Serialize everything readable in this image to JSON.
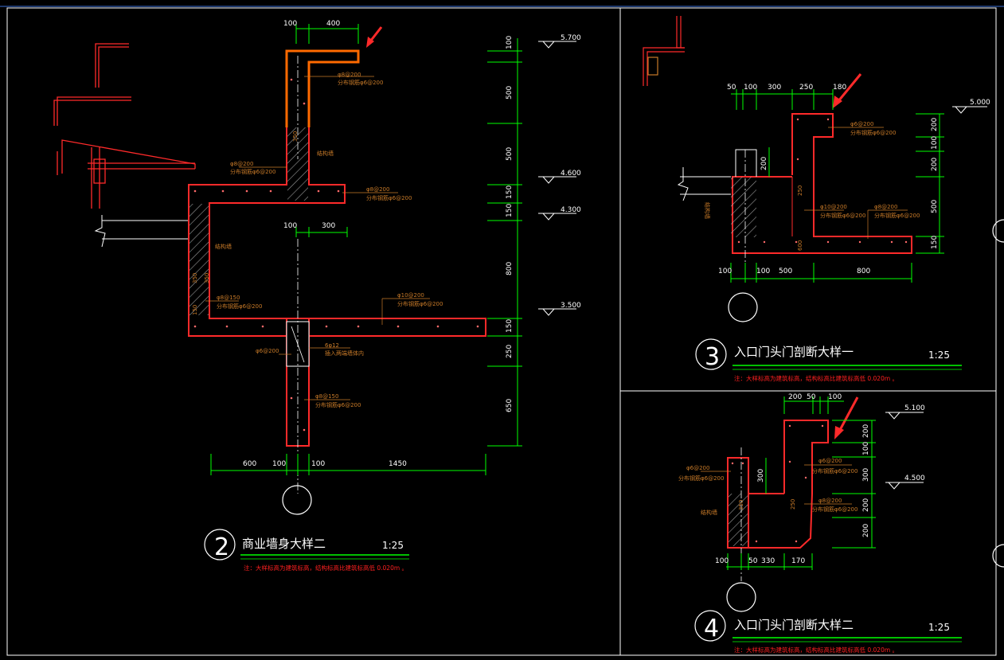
{
  "colors": {
    "background": "#000000",
    "frame": "#ffffff",
    "dimension": "#00ff00",
    "concrete": "#ff2a2a",
    "highlight": "#ff6a00",
    "rebar_text": "#c87a28",
    "note": "#ff2020",
    "arrow": "#ff2a2a",
    "level": "#ffffff",
    "wall_hatch": "#8a8a8a"
  },
  "detail2": {
    "number": "2",
    "title": "商业墙身大样二",
    "scale": "1:25",
    "note": "注：大样标高为建筑标高，结构标高比建筑标高低 0.020m 。",
    "top_dims": [
      "100",
      "400"
    ],
    "mid_dims": [
      "100",
      "300"
    ],
    "bottom_dims": [
      "600",
      "100",
      "100",
      "1450"
    ],
    "right_dims": [
      "100",
      "500",
      "500",
      "150",
      "150",
      "800",
      "150",
      "250",
      "650"
    ],
    "levels": [
      "5.700",
      "4.600",
      "4.300",
      "3.500"
    ],
    "rebar_labels": [
      "φ8@200",
      "分布钢筋φ6@200",
      "φ8@200",
      "分布钢筋φ6@200",
      "φ8@200",
      "分布钢筋φ6@200",
      "φ10@200",
      "分布钢筋φ6@200",
      "φ8@150",
      "分布钢筋φ6@200",
      "φ6@200",
      "6φ12",
      "插入两端墙体内",
      "φ8@150",
      "分布钢筋φ6@200"
    ],
    "wall_label": "结构墙",
    "inner_dims": [
      "350",
      "350",
      "350",
      "150"
    ]
  },
  "detail3": {
    "number": "3",
    "title": "入口门头门剖断大样一",
    "scale": "1:25",
    "note": "注：大样标高为建筑标高，结构标高比建筑标高低 0.020m 。",
    "top_dims": [
      "50",
      "100",
      "300",
      "250",
      "180"
    ],
    "bottom_dims": [
      "100",
      "100",
      "500",
      "800"
    ],
    "right_dims": [
      "200",
      "100",
      "200",
      "500",
      "150"
    ],
    "levels": [
      "5.000"
    ],
    "rebar_labels": [
      "φ6@200",
      "分布钢筋φ6@200",
      "φ10@200",
      "分布钢筋φ6@200",
      "φ8@200",
      "分布钢筋φ6@200"
    ],
    "wall_label": "结构墙",
    "inner_dims": [
      "200",
      "250",
      "600"
    ]
  },
  "detail4": {
    "number": "4",
    "title": "入口门头门剖断大样二",
    "scale": "1:25",
    "note": "注：大样标高为建筑标高，结构标高比建筑标高低 0.020m 。",
    "top_dims": [
      "200",
      "50",
      "100"
    ],
    "bottom_dims": [
      "100",
      "50",
      "330",
      "170"
    ],
    "right_dims": [
      "200",
      "100",
      "300",
      "200",
      "200"
    ],
    "levels": [
      "5.100",
      "4.500"
    ],
    "rebar_labels": [
      "φ6@200",
      "分布钢筋φ6@200",
      "φ6@200",
      "分布钢筋φ6@200",
      "φ8@200",
      "分布钢筋φ6@200"
    ],
    "wall_label": "结构墙",
    "inner_dims": [
      "300",
      "350",
      "250"
    ]
  }
}
